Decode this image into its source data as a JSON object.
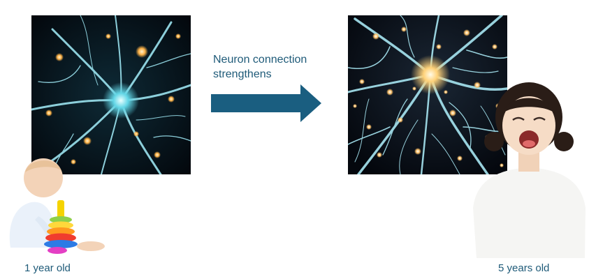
{
  "arrow_caption": "Neuron connection strengthens",
  "labels": {
    "young": "1 year old",
    "older": "5 years old"
  },
  "colors": {
    "text": "#1e5a78",
    "arrow": "#1a5e80",
    "panel_bg": "#050b14",
    "dendrite": "#8fe0ee",
    "spark": "#ffc36a"
  },
  "icons": {
    "left_panel": "neuron-network-sparse",
    "right_panel": "neuron-network-dense",
    "arrow": "right-arrow",
    "baby": "baby-with-stacking-rings",
    "child": "laughing-child"
  }
}
